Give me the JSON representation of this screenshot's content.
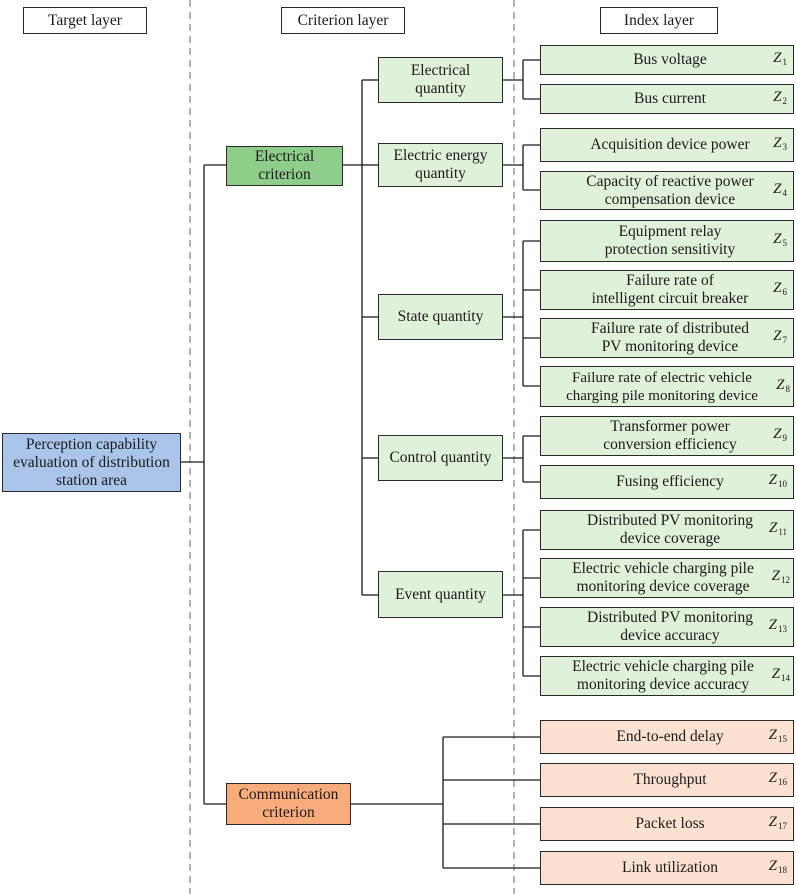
{
  "headers": {
    "target": "Target layer",
    "criterion": "Criterion layer",
    "index": "Index layer"
  },
  "target": "Perception capability evaluation of distribution station area",
  "criteria": {
    "electrical": "Electrical criterion",
    "communication": "Communication criterion"
  },
  "subcriteria": [
    "Electrical quantity",
    "Electric energy quantity",
    "State quantity",
    "Control quantity",
    "Event quantity"
  ],
  "indices": [
    {
      "label": "Bus voltage",
      "z": "Z",
      "n": "1"
    },
    {
      "label": "Bus current",
      "z": "Z",
      "n": "2"
    },
    {
      "label": "Acquisition device power",
      "z": "Z",
      "n": "3"
    },
    {
      "label": "Capacity of reactive power\ncompensation device",
      "z": "Z",
      "n": "4"
    },
    {
      "label": "Equipment relay\nprotection sensitivity",
      "z": "Z",
      "n": "5"
    },
    {
      "label": "Failure rate of\nintelligent circuit breaker",
      "z": "Z",
      "n": "6"
    },
    {
      "label": "Failure rate of distributed\nPV monitoring device",
      "z": "Z",
      "n": "7"
    },
    {
      "label": "Failure rate of electric vehicle\ncharging pile monitoring device",
      "z": "Z",
      "n": "8"
    },
    {
      "label": "Transformer power\nconversion efficiency",
      "z": "Z",
      "n": "9"
    },
    {
      "label": "Fusing efficiency",
      "z": "Z",
      "n": "10"
    },
    {
      "label": "Distributed PV monitoring\ndevice coverage",
      "z": "Z",
      "n": "11"
    },
    {
      "label": "Electric vehicle charging pile\nmonitoring device coverage",
      "z": "Z",
      "n": "12"
    },
    {
      "label": "Distributed PV monitoring\ndevice accuracy",
      "z": "Z",
      "n": "13"
    },
    {
      "label": "Electric vehicle charging pile\nmonitoring device accuracy",
      "z": "Z",
      "n": "14"
    },
    {
      "label": "End-to-end delay",
      "z": "Z",
      "n": "15"
    },
    {
      "label": "Throughput",
      "z": "Z",
      "n": "16"
    },
    {
      "label": "Packet loss",
      "z": "Z",
      "n": "17"
    },
    {
      "label": "Link utilization",
      "z": "Z",
      "n": "18"
    }
  ],
  "colors": {
    "target_fill": "#a9c6ea",
    "electrical_criterion_fill": "#8fce8a",
    "communication_criterion_fill": "#f8ac7c",
    "electrical_index_fill": "#e0f1d9",
    "communication_index_fill": "#fce1d0"
  }
}
